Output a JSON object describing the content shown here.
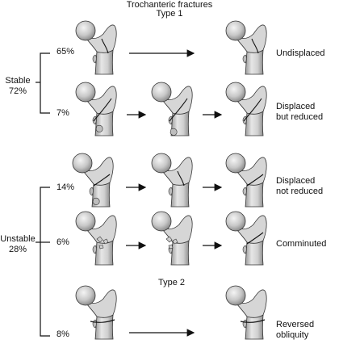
{
  "title": "Trochanteric fractures",
  "type1_label": "Type 1",
  "type2_label": "Type 2",
  "groups": {
    "stable": {
      "name": "Stable",
      "percent": "72%"
    },
    "unstable": {
      "name": "Unstable",
      "percent": "28%"
    }
  },
  "rows": [
    {
      "percent": "65%",
      "label": [
        "Undisplaced"
      ]
    },
    {
      "percent": "7%",
      "label": [
        "Displaced",
        "but reduced"
      ]
    },
    {
      "percent": "14%",
      "label": [
        "Displaced",
        "not reduced"
      ]
    },
    {
      "percent": "6%",
      "label": [
        "Comminuted"
      ]
    },
    {
      "percent": "8%",
      "label": [
        "Reversed",
        "obliquity"
      ]
    }
  ],
  "colors": {
    "bone_fill": "#d9d9d9",
    "bone_shade": "#a6a6a6",
    "bone_outline": "#333333",
    "line": "#111111"
  }
}
